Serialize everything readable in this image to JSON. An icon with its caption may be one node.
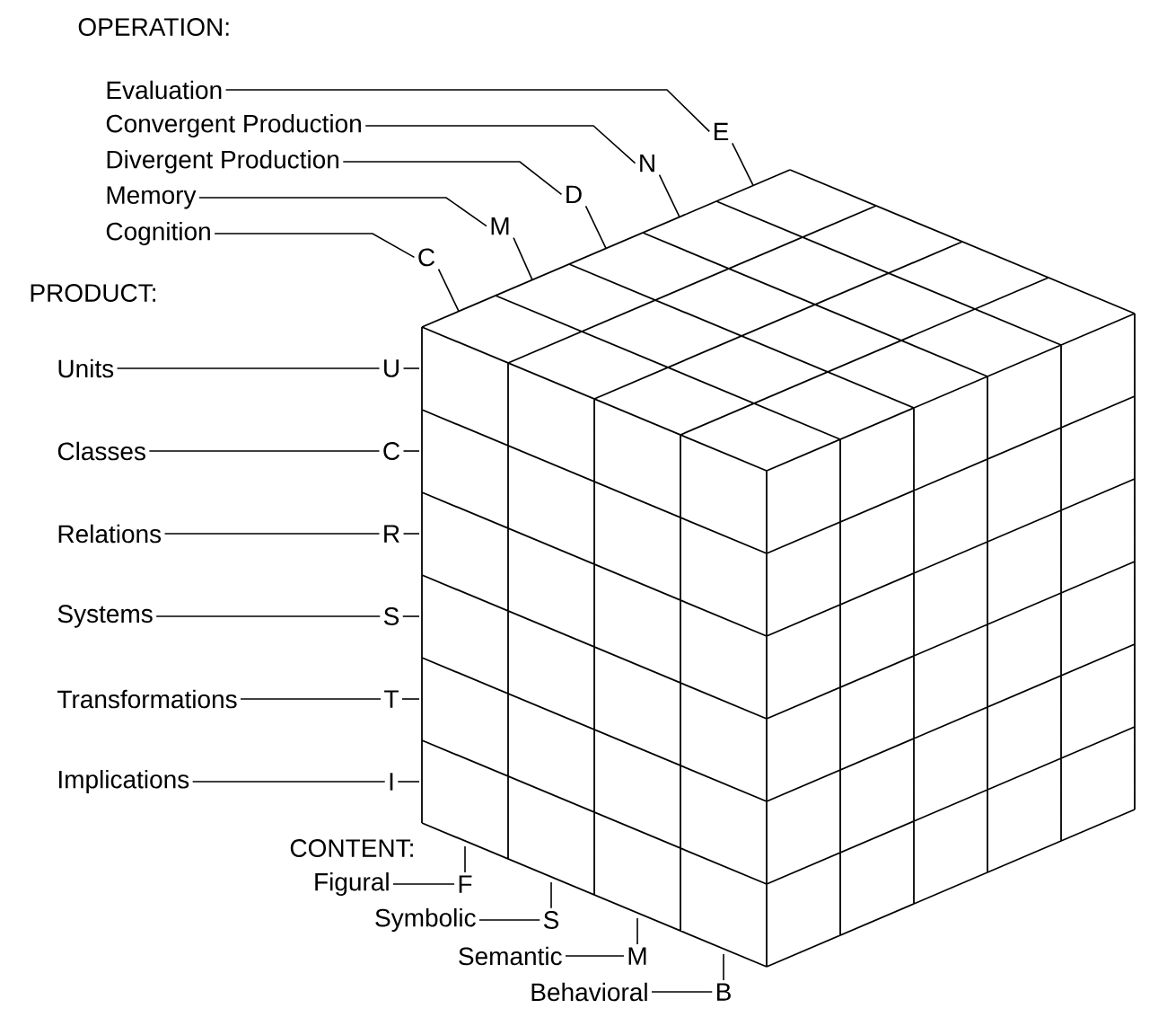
{
  "diagram": {
    "nodes": [
      {
        "text": [
          "Evaluation"
        ]
      },
      {
        "text": [
          "E"
        ]
      },
      {
        "text": [
          "Convergent Production"
        ]
      },
      {
        "text": [
          "N"
        ]
      },
      {
        "text": [
          "Divergent Production"
        ]
      },
      {
        "text": [
          "D"
        ]
      },
      {
        "text": [
          "Memory"
        ]
      },
      {
        "text": [
          "M"
        ]
      },
      {
        "text": [
          "Cognition"
        ]
      },
      {
        "text": [
          "C"
        ]
      },
      {
        "text": [
          "Units"
        ]
      },
      {
        "text": [
          "U"
        ]
      },
      {
        "text": [
          "Classes"
        ]
      },
      {
        "text": [
          "C"
        ]
      },
      {
        "text": [
          "Relations"
        ]
      },
      {
        "text": [
          "R"
        ]
      },
      {
        "text": [
          "Systems"
        ]
      },
      {
        "text": [
          "S"
        ]
      },
      {
        "text": [
          "Transformations"
        ]
      },
      {
        "text": [
          "T"
        ]
      },
      {
        "text": [
          "Implications"
        ]
      },
      {
        "text": [
          "I"
        ]
      },
      {
        "text": [
          "Figural"
        ]
      },
      {
        "text": [
          "F"
        ]
      },
      {
        "text": [
          "Symbolic"
        ]
      },
      {
        "text": [
          "S"
        ]
      },
      {
        "text": [
          "Semantic"
        ]
      },
      {
        "text": [
          "M"
        ]
      },
      {
        "text": [
          "Behavioral"
        ]
      },
      {
        "text": [
          "B"
        ]
      }
    ],
    "edges": [
      {
        "from": 0,
        "to": 1,
        "arrow": "none"
      },
      {
        "from": 1,
        "to": null,
        "arrow": "none"
      },
      {
        "from": 2,
        "to": 3,
        "arrow": "none"
      },
      {
        "from": 3,
        "to": null,
        "arrow": "none"
      },
      {
        "from": 4,
        "to": 5,
        "arrow": "none"
      },
      {
        "from": 5,
        "to": null,
        "arrow": "none"
      },
      {
        "from": 6,
        "to": 7,
        "arrow": "none"
      },
      {
        "from": 7,
        "to": null,
        "arrow": "none"
      },
      {
        "from": 8,
        "to": 9,
        "arrow": "none"
      },
      {
        "from": 9,
        "to": null,
        "arrow": "none"
      },
      {
        "from": 10,
        "to": 11,
        "arrow": "none"
      },
      {
        "from": 11,
        "to": null,
        "arrow": "none"
      },
      {
        "from": 12,
        "to": 13,
        "arrow": "none"
      },
      {
        "from": 13,
        "to": null,
        "arrow": "none"
      },
      {
        "from": 14,
        "to": 15,
        "arrow": "none"
      },
      {
        "from": 15,
        "to": null,
        "arrow": "none"
      },
      {
        "from": 16,
        "to": 17,
        "arrow": "none"
      },
      {
        "from": 17,
        "to": null,
        "arrow": "none"
      },
      {
        "from": 18,
        "to": 19,
        "arrow": "none"
      },
      {
        "from": 19,
        "to": null,
        "arrow": "none"
      },
      {
        "from": 20,
        "to": 21,
        "arrow": "none"
      },
      {
        "from": 21,
        "to": null,
        "arrow": "none"
      },
      {
        "from": 22,
        "to": 23,
        "arrow": "none"
      },
      {
        "from": 23,
        "to": null,
        "arrow": "none"
      },
      {
        "from": 24,
        "to": 25,
        "arrow": "none"
      },
      {
        "from": 25,
        "to": null,
        "arrow": "none"
      },
      {
        "from": 26,
        "to": 27,
        "arrow": "none"
      },
      {
        "from": 27,
        "to": null,
        "arrow": "none"
      },
      {
        "from": 28,
        "to": 29,
        "arrow": "none"
      },
      {
        "from": 29,
        "to": null,
        "arrow": "none"
      }
    ],
    "labels": [
      "OPERATION:",
      "PRODUCT:",
      "CONTENT:"
    ]
  }
}
